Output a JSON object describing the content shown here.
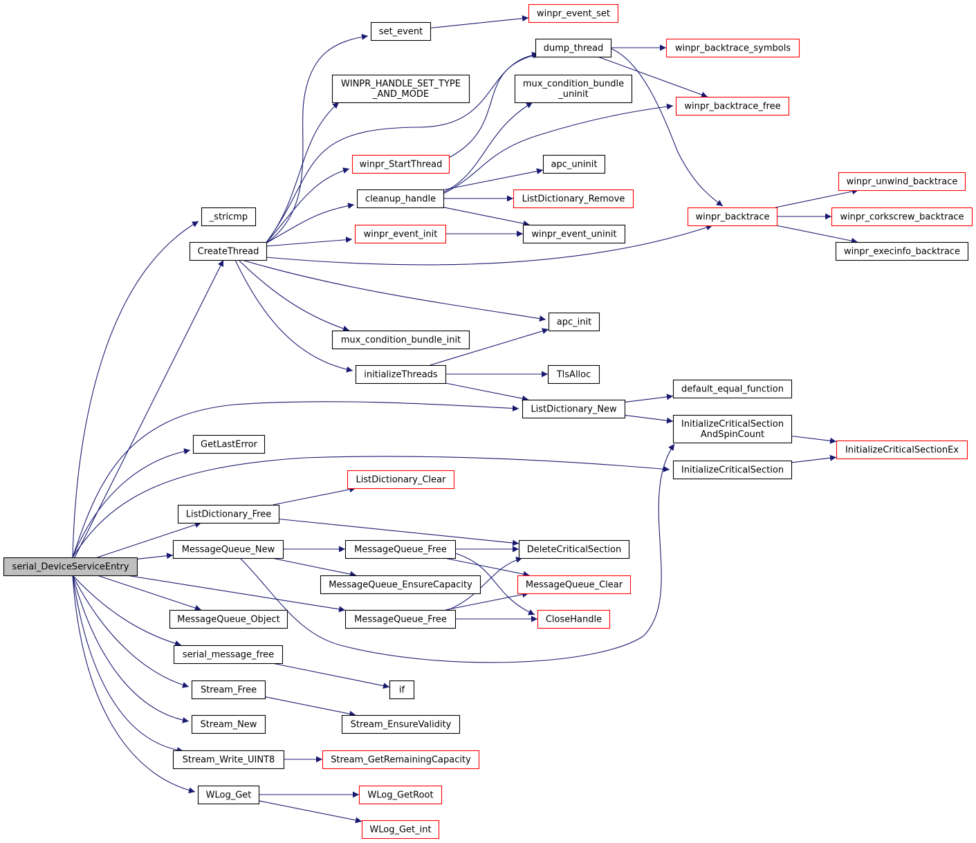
{
  "colors": {
    "edge": "#191970",
    "node_border_default": "#000000",
    "node_border_truncated": "#ff0000",
    "root_fill": "#bfbfbf",
    "node_fill": "#ffffff"
  },
  "nodes": [
    {
      "id": "serial_DeviceServiceEntry",
      "lines": [
        "serial_DeviceServiceEntry"
      ],
      "style": "root"
    },
    {
      "id": "_stricmp",
      "lines": [
        "_stricmp"
      ],
      "style": "normal"
    },
    {
      "id": "CreateThread",
      "lines": [
        "CreateThread"
      ],
      "style": "normal"
    },
    {
      "id": "set_event",
      "lines": [
        "set_event"
      ],
      "style": "normal"
    },
    {
      "id": "WINPR_HANDLE_SET_TYPE_AND_MODE",
      "lines": [
        "WINPR_HANDLE_SET_TYPE",
        "_AND_MODE"
      ],
      "style": "normal"
    },
    {
      "id": "winpr_StartThread",
      "lines": [
        "winpr_StartThread"
      ],
      "style": "truncated"
    },
    {
      "id": "cleanup_handle",
      "lines": [
        "cleanup_handle"
      ],
      "style": "normal"
    },
    {
      "id": "winpr_event_init",
      "lines": [
        "winpr_event_init"
      ],
      "style": "truncated"
    },
    {
      "id": "mux_condition_bundle_init",
      "lines": [
        "mux_condition_bundle_init"
      ],
      "style": "normal"
    },
    {
      "id": "initializeThreads",
      "lines": [
        "initializeThreads"
      ],
      "style": "normal"
    },
    {
      "id": "winpr_event_set",
      "lines": [
        "winpr_event_set"
      ],
      "style": "truncated"
    },
    {
      "id": "dump_thread",
      "lines": [
        "dump_thread"
      ],
      "style": "normal"
    },
    {
      "id": "mux_condition_bundle_uninit",
      "lines": [
        "mux_condition_bundle",
        "_uninit"
      ],
      "style": "normal"
    },
    {
      "id": "apc_uninit",
      "lines": [
        "apc_uninit"
      ],
      "style": "normal"
    },
    {
      "id": "ListDictionary_Remove",
      "lines": [
        "ListDictionary_Remove"
      ],
      "style": "truncated"
    },
    {
      "id": "winpr_event_uninit",
      "lines": [
        "winpr_event_uninit"
      ],
      "style": "normal"
    },
    {
      "id": "apc_init",
      "lines": [
        "apc_init"
      ],
      "style": "normal"
    },
    {
      "id": "TlsAlloc",
      "lines": [
        "TlsAlloc"
      ],
      "style": "normal"
    },
    {
      "id": "ListDictionary_New",
      "lines": [
        "ListDictionary_New"
      ],
      "style": "normal"
    },
    {
      "id": "winpr_backtrace_symbols",
      "lines": [
        "winpr_backtrace_symbols"
      ],
      "style": "truncated"
    },
    {
      "id": "winpr_backtrace_free",
      "lines": [
        "winpr_backtrace_free"
      ],
      "style": "truncated"
    },
    {
      "id": "winpr_backtrace",
      "lines": [
        "winpr_backtrace"
      ],
      "style": "truncated"
    },
    {
      "id": "winpr_unwind_backtrace",
      "lines": [
        "winpr_unwind_backtrace"
      ],
      "style": "truncated"
    },
    {
      "id": "winpr_corkscrew_backtrace",
      "lines": [
        "winpr_corkscrew_backtrace"
      ],
      "style": "truncated"
    },
    {
      "id": "winpr_execinfo_backtrace",
      "lines": [
        "winpr_execinfo_backtrace"
      ],
      "style": "normal"
    },
    {
      "id": "default_equal_function",
      "lines": [
        "default_equal_function"
      ],
      "style": "normal"
    },
    {
      "id": "InitializeCriticalSectionAndSpinCount",
      "lines": [
        "InitializeCriticalSection",
        "AndSpinCount"
      ],
      "style": "normal"
    },
    {
      "id": "InitializeCriticalSectionEx",
      "lines": [
        "InitializeCriticalSectionEx"
      ],
      "style": "truncated"
    },
    {
      "id": "InitializeCriticalSection",
      "lines": [
        "InitializeCriticalSection"
      ],
      "style": "normal"
    },
    {
      "id": "GetLastError",
      "lines": [
        "GetLastError"
      ],
      "style": "normal"
    },
    {
      "id": "ListDictionary_Clear",
      "lines": [
        "ListDictionary_Clear"
      ],
      "style": "truncated"
    },
    {
      "id": "ListDictionary_Free",
      "lines": [
        "ListDictionary_Free"
      ],
      "style": "normal"
    },
    {
      "id": "MessageQueue_New",
      "lines": [
        "MessageQueue_New"
      ],
      "style": "normal"
    },
    {
      "id": "MessageQueue_Free_a",
      "lines": [
        "MessageQueue_Free"
      ],
      "style": "normal"
    },
    {
      "id": "DeleteCriticalSection",
      "lines": [
        "DeleteCriticalSection"
      ],
      "style": "normal"
    },
    {
      "id": "MessageQueue_EnsureCapacity",
      "lines": [
        "MessageQueue_EnsureCapacity"
      ],
      "style": "normal"
    },
    {
      "id": "MessageQueue_Clear",
      "lines": [
        "MessageQueue_Clear"
      ],
      "style": "truncated"
    },
    {
      "id": "MessageQueue_Object",
      "lines": [
        "MessageQueue_Object"
      ],
      "style": "normal"
    },
    {
      "id": "MessageQueue_Free_b",
      "lines": [
        "MessageQueue_Free"
      ],
      "style": "normal"
    },
    {
      "id": "CloseHandle",
      "lines": [
        "CloseHandle"
      ],
      "style": "truncated"
    },
    {
      "id": "serial_message_free",
      "lines": [
        "serial_message_free"
      ],
      "style": "normal"
    },
    {
      "id": "if",
      "lines": [
        "if"
      ],
      "style": "normal"
    },
    {
      "id": "Stream_Free",
      "lines": [
        "Stream_Free"
      ],
      "style": "normal"
    },
    {
      "id": "Stream_EnsureValidity",
      "lines": [
        "Stream_EnsureValidity"
      ],
      "style": "normal"
    },
    {
      "id": "Stream_New",
      "lines": [
        "Stream_New"
      ],
      "style": "normal"
    },
    {
      "id": "Stream_Write_UINT8",
      "lines": [
        "Stream_Write_UINT8"
      ],
      "style": "normal"
    },
    {
      "id": "Stream_GetRemainingCapacity",
      "lines": [
        "Stream_GetRemainingCapacity"
      ],
      "style": "truncated"
    },
    {
      "id": "WLog_Get",
      "lines": [
        "WLog_Get"
      ],
      "style": "normal"
    },
    {
      "id": "WLog_GetRoot",
      "lines": [
        "WLog_GetRoot"
      ],
      "style": "truncated"
    },
    {
      "id": "WLog_Get_int",
      "lines": [
        "WLog_Get_int"
      ],
      "style": "truncated"
    }
  ],
  "edges": [
    {
      "from": "serial_DeviceServiceEntry",
      "to": "_stricmp"
    },
    {
      "from": "serial_DeviceServiceEntry",
      "to": "CreateThread"
    },
    {
      "from": "serial_DeviceServiceEntry",
      "to": "ListDictionary_New"
    },
    {
      "from": "serial_DeviceServiceEntry",
      "to": "GetLastError"
    },
    {
      "from": "serial_DeviceServiceEntry",
      "to": "InitializeCriticalSection"
    },
    {
      "from": "serial_DeviceServiceEntry",
      "to": "ListDictionary_Free"
    },
    {
      "from": "serial_DeviceServiceEntry",
      "to": "MessageQueue_New"
    },
    {
      "from": "serial_DeviceServiceEntry",
      "to": "MessageQueue_Free_b"
    },
    {
      "from": "serial_DeviceServiceEntry",
      "to": "MessageQueue_Object"
    },
    {
      "from": "serial_DeviceServiceEntry",
      "to": "serial_message_free"
    },
    {
      "from": "serial_DeviceServiceEntry",
      "to": "Stream_Free"
    },
    {
      "from": "serial_DeviceServiceEntry",
      "to": "Stream_New"
    },
    {
      "from": "serial_DeviceServiceEntry",
      "to": "Stream_Write_UINT8"
    },
    {
      "from": "serial_DeviceServiceEntry",
      "to": "WLog_Get"
    },
    {
      "from": "CreateThread",
      "to": "set_event"
    },
    {
      "from": "CreateThread",
      "to": "WINPR_HANDLE_SET_TYPE_AND_MODE"
    },
    {
      "from": "CreateThread",
      "to": "dump_thread"
    },
    {
      "from": "CreateThread",
      "to": "winpr_StartThread"
    },
    {
      "from": "CreateThread",
      "to": "cleanup_handle"
    },
    {
      "from": "CreateThread",
      "to": "winpr_event_init"
    },
    {
      "from": "CreateThread",
      "to": "winpr_backtrace"
    },
    {
      "from": "CreateThread",
      "to": "apc_init"
    },
    {
      "from": "CreateThread",
      "to": "mux_condition_bundle_init"
    },
    {
      "from": "CreateThread",
      "to": "initializeThreads"
    },
    {
      "from": "set_event",
      "to": "winpr_event_set"
    },
    {
      "from": "winpr_StartThread",
      "to": "dump_thread"
    },
    {
      "from": "dump_thread",
      "to": "winpr_backtrace_symbols"
    },
    {
      "from": "dump_thread",
      "to": "winpr_backtrace_free"
    },
    {
      "from": "dump_thread",
      "to": "winpr_backtrace"
    },
    {
      "from": "cleanup_handle",
      "to": "mux_condition_bundle_uninit"
    },
    {
      "from": "cleanup_handle",
      "to": "winpr_backtrace_free"
    },
    {
      "from": "cleanup_handle",
      "to": "apc_uninit"
    },
    {
      "from": "cleanup_handle",
      "to": "ListDictionary_Remove"
    },
    {
      "from": "cleanup_handle",
      "to": "winpr_event_uninit"
    },
    {
      "from": "winpr_event_init",
      "to": "winpr_event_uninit"
    },
    {
      "from": "winpr_backtrace",
      "to": "winpr_unwind_backtrace"
    },
    {
      "from": "winpr_backtrace",
      "to": "winpr_corkscrew_backtrace"
    },
    {
      "from": "winpr_backtrace",
      "to": "winpr_execinfo_backtrace"
    },
    {
      "from": "initializeThreads",
      "to": "apc_init"
    },
    {
      "from": "initializeThreads",
      "to": "TlsAlloc"
    },
    {
      "from": "initializeThreads",
      "to": "ListDictionary_New"
    },
    {
      "from": "ListDictionary_New",
      "to": "default_equal_function"
    },
    {
      "from": "ListDictionary_New",
      "to": "InitializeCriticalSectionAndSpinCount"
    },
    {
      "from": "InitializeCriticalSectionAndSpinCount",
      "to": "InitializeCriticalSectionEx"
    },
    {
      "from": "InitializeCriticalSection",
      "to": "InitializeCriticalSectionEx"
    },
    {
      "from": "ListDictionary_Free",
      "to": "ListDictionary_Clear"
    },
    {
      "from": "ListDictionary_Free",
      "to": "DeleteCriticalSection"
    },
    {
      "from": "MessageQueue_New",
      "to": "MessageQueue_Free_a"
    },
    {
      "from": "MessageQueue_New",
      "to": "MessageQueue_EnsureCapacity"
    },
    {
      "from": "MessageQueue_New",
      "to": "InitializeCriticalSectionAndSpinCount"
    },
    {
      "from": "MessageQueue_Free_a",
      "to": "DeleteCriticalSection"
    },
    {
      "from": "MessageQueue_Free_a",
      "to": "MessageQueue_Clear"
    },
    {
      "from": "MessageQueue_Free_a",
      "to": "CloseHandle"
    },
    {
      "from": "MessageQueue_Free_b",
      "to": "DeleteCriticalSection"
    },
    {
      "from": "MessageQueue_Free_b",
      "to": "MessageQueue_Clear"
    },
    {
      "from": "MessageQueue_Free_b",
      "to": "CloseHandle"
    },
    {
      "from": "serial_message_free",
      "to": "if"
    },
    {
      "from": "Stream_Free",
      "to": "Stream_EnsureValidity"
    },
    {
      "from": "Stream_Write_UINT8",
      "to": "Stream_GetRemainingCapacity"
    },
    {
      "from": "WLog_Get",
      "to": "WLog_GetRoot"
    },
    {
      "from": "WLog_Get",
      "to": "WLog_Get_int"
    }
  ]
}
